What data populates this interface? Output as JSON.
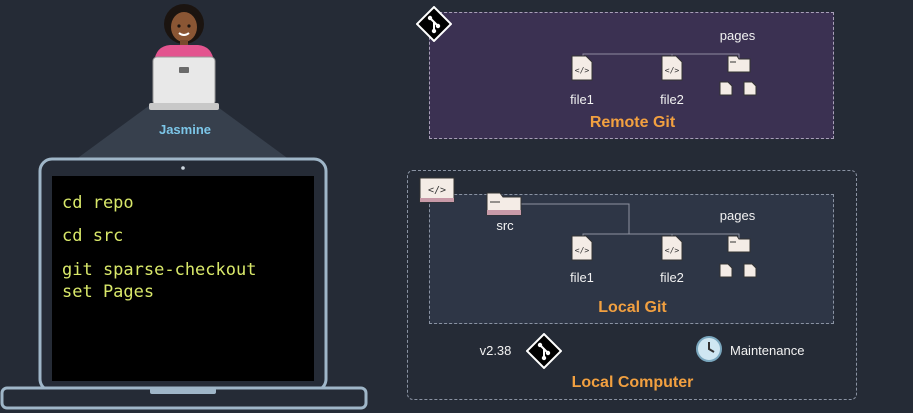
{
  "person": {
    "name": "Jasmine"
  },
  "terminal": {
    "lines": [
      "cd repo",
      "cd src",
      "git sparse-checkout",
      "set Pages"
    ]
  },
  "remote": {
    "title": "Remote Git",
    "folder_label": "pages",
    "files": [
      "file1",
      "file2"
    ]
  },
  "local_git": {
    "title": "Local Git",
    "src_label": "src",
    "folder_label": "pages",
    "files": [
      "file1",
      "file2"
    ]
  },
  "local_computer": {
    "title": "Local Computer",
    "version": "v2.38",
    "maintenance_label": "Maintenance"
  },
  "icons": {
    "git": "git-diamond-icon",
    "code_file": "code-file-icon",
    "folder": "folder-icon",
    "clock": "clock-icon",
    "code_window": "code-window-icon"
  },
  "colors": {
    "background": "#252b36",
    "remote_box": "#3b3152",
    "local_box": "#2e3646",
    "accent_orange": "#f2a040",
    "terminal_text": "#d9e86a",
    "name_blue": "#7cc6e8"
  }
}
